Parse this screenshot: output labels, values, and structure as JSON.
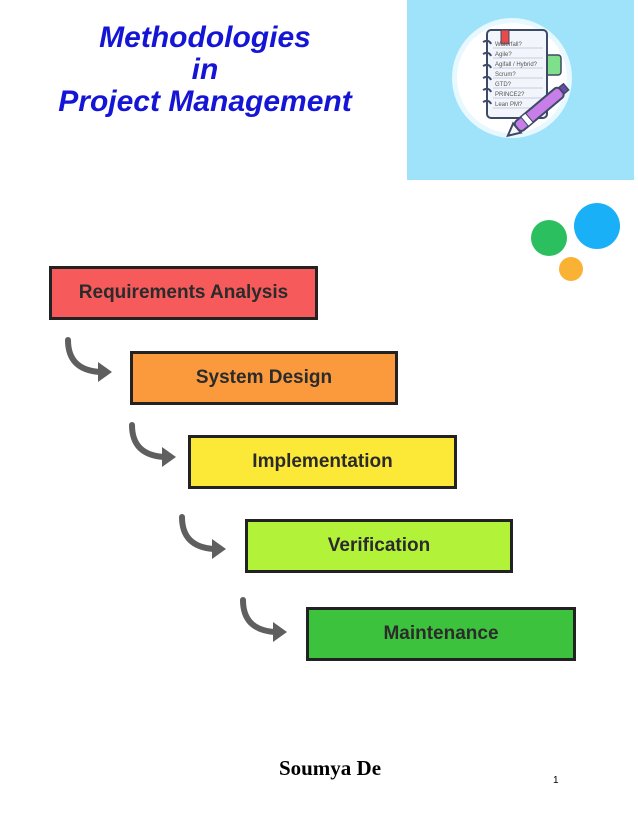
{
  "title": {
    "line1": "Methodologies",
    "line2": "in",
    "line3": "Project Management"
  },
  "illustration": {
    "icon": "notebook-checklist-with-pen-icon",
    "list_items": [
      "Waterfall?",
      "Agile?",
      "Agifall / Hybrid?",
      "Scrum?",
      "GTD?",
      "PRINCE2?",
      "Lean PM?"
    ],
    "background_color": "#9fe3fb"
  },
  "decor_dots": [
    {
      "color": "#2bbf5f",
      "name": "green-dot"
    },
    {
      "color": "#1ab0f7",
      "name": "blue-dot"
    },
    {
      "color": "#f9b233",
      "name": "orange-dot"
    }
  ],
  "waterfall": {
    "steps": [
      {
        "label": "Requirements Analysis",
        "color": "#f75a5a"
      },
      {
        "label": "System Design",
        "color": "#fa9a3c"
      },
      {
        "label": "Implementation",
        "color": "#fbe837"
      },
      {
        "label": "Verification",
        "color": "#b2f33a"
      },
      {
        "label": "Maintenance",
        "color": "#3cc23c"
      }
    ],
    "arrow_color": "#5f5f5f"
  },
  "author": "Soumya De",
  "page_number": "1"
}
